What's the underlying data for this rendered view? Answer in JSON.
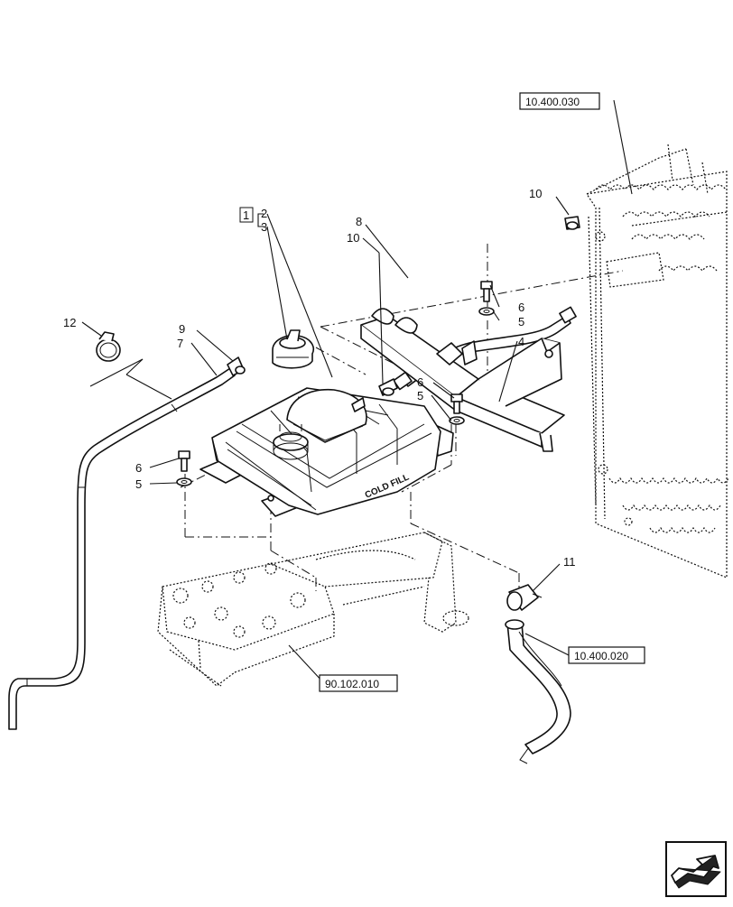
{
  "callouts": {
    "c1": "1",
    "c2": "2",
    "c3": "3",
    "c4": "4",
    "c5a": "5",
    "c5b": "5",
    "c5c": "5",
    "c6a": "6",
    "c6b": "6",
    "c6c": "6",
    "c7": "7",
    "c8": "8",
    "c9": "9",
    "c10a": "10",
    "c10b": "10",
    "c11": "11",
    "c12": "12"
  },
  "references": {
    "radiator": "10.400.030",
    "frame": "90.102.010",
    "hose": "10.400.020"
  },
  "tank_label": "COLD FILL"
}
